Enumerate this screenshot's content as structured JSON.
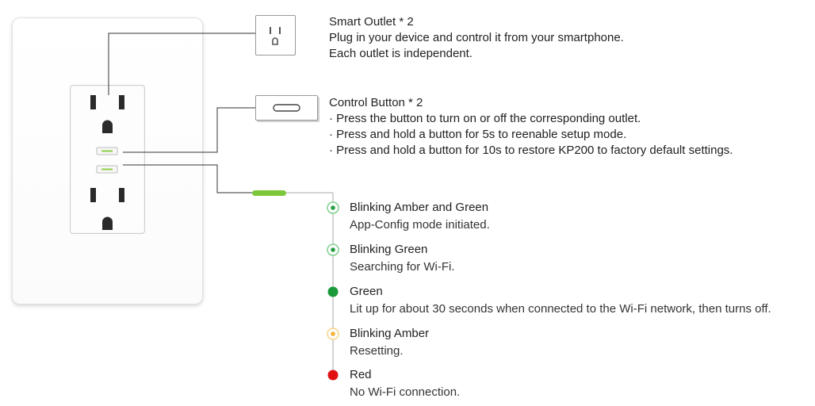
{
  "smart_outlet": {
    "title": "Smart Outlet * 2",
    "lines": [
      "Plug in your device and control it from your smartphone.",
      "Each outlet is independent."
    ]
  },
  "control_button": {
    "title": "Control Button * 2",
    "lines": [
      "· Press the button to turn on or off the corresponding outlet.",
      "· Press and hold a button for 5s to reenable setup mode.",
      "· Press and hold a button for 10s to restore KP200 to factory default settings."
    ]
  },
  "led_states": [
    {
      "title": "Blinking Amber and Green",
      "desc": "App-Config mode initiated.",
      "icon": "blinking-amber-green-dot-icon",
      "color": "#27a045"
    },
    {
      "title": "Blinking Green",
      "desc": "Searching for Wi-Fi.",
      "icon": "blinking-green-dot-icon",
      "color": "#27a045"
    },
    {
      "title": "Green",
      "desc": "Lit up for about 30 seconds when connected to the Wi-Fi network, then turns off.",
      "icon": "green-dot-icon",
      "color": "#1a9a3a"
    },
    {
      "title": "Blinking Amber",
      "desc": "Resetting.",
      "icon": "blinking-amber-dot-icon",
      "color": "#f2b233"
    },
    {
      "title": "Red",
      "desc": "No Wi-Fi connection.",
      "icon": "red-dot-icon",
      "color": "#e01010"
    }
  ],
  "colors": {
    "led_bar": "#7cc63a",
    "led_indicator": "#8dcf4a",
    "leader_line": "#333333",
    "timeline_line": "#aaaaaa"
  }
}
